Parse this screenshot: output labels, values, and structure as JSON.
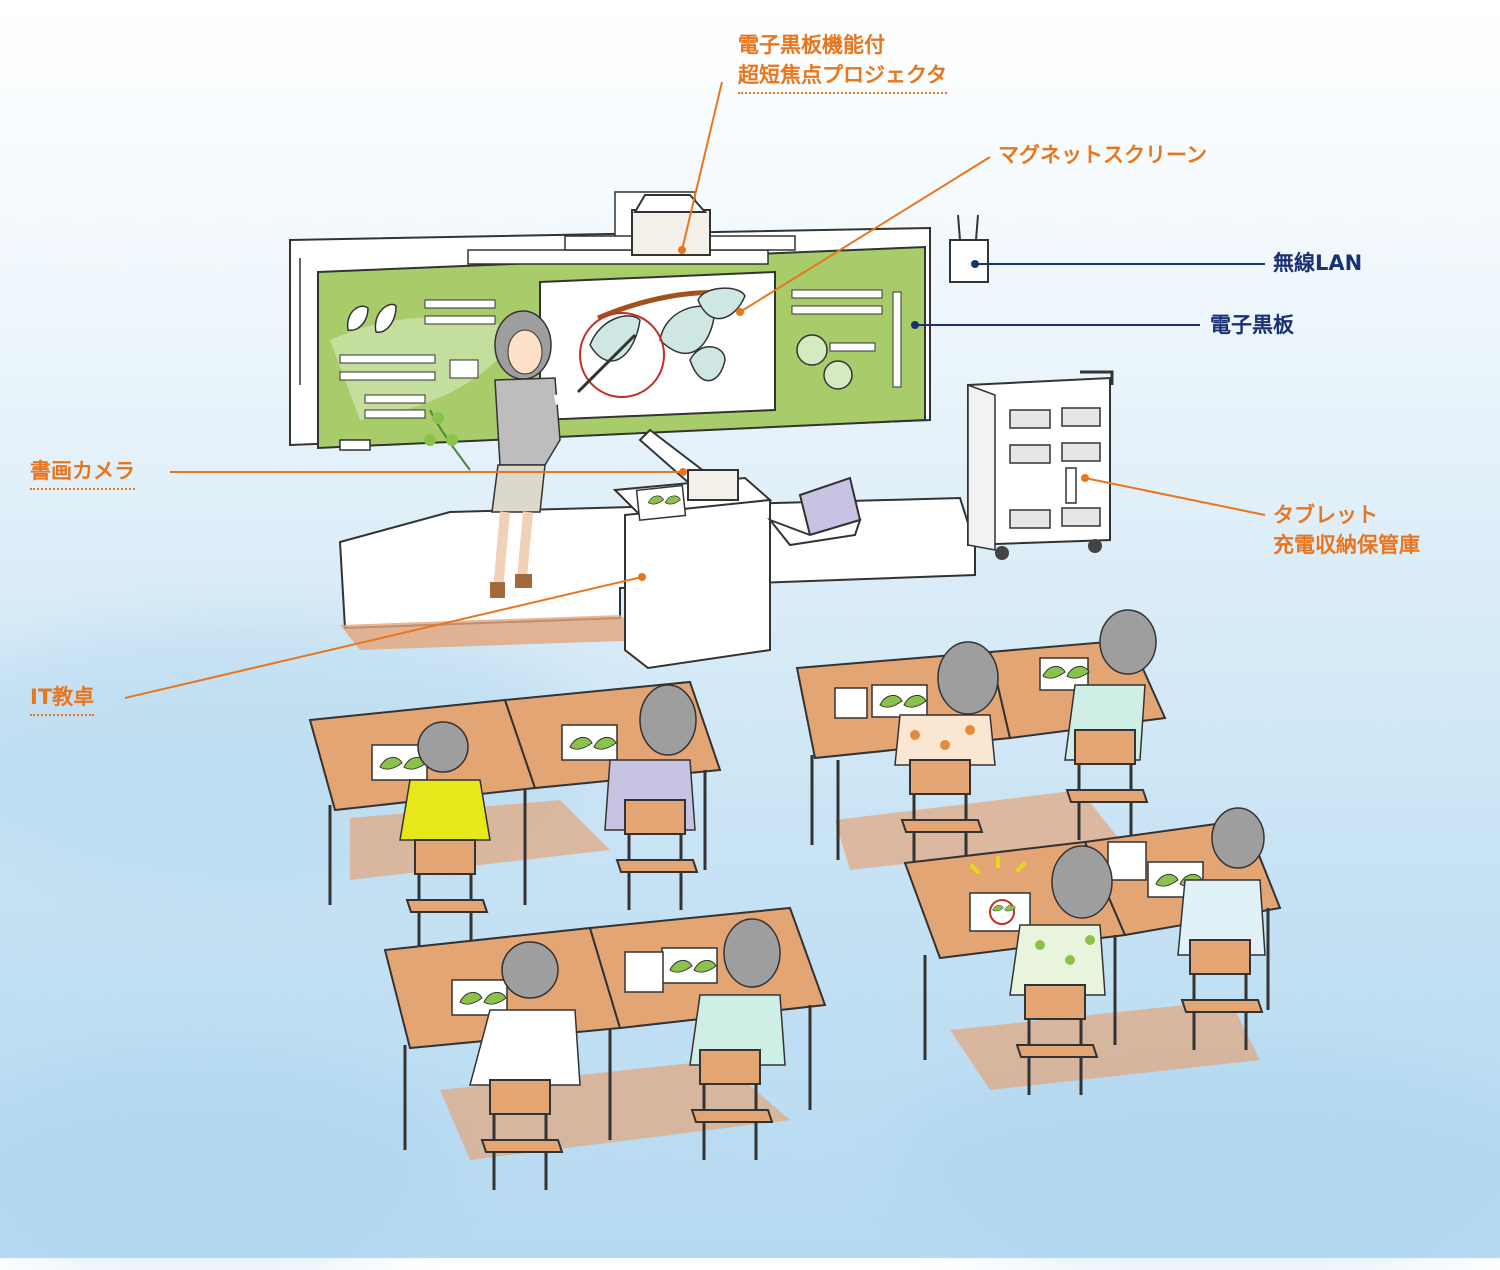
{
  "colors": {
    "orange_accent": "#e8761e",
    "navy_accent": "#1a3173",
    "board_green": "#a8cc6a",
    "desk_wood": "#e4a575",
    "floor_shadow": "#e2a57a"
  },
  "labels": {
    "projector": [
      "電子黒板機能付",
      "超短焦点プロジェクタ"
    ],
    "magnet_screen": "マグネットスクリーン",
    "wireless_lan": "無線LAN",
    "e_blackboard": "電子黒板",
    "document_camera": "書画カメラ",
    "tablet_cabinet": [
      "タブレット",
      "充電収納保管庫"
    ],
    "it_desk": "IT教卓"
  },
  "icons": {
    "leaf": "leaf-icon",
    "tablet": "tablet-icon",
    "router": "wifi-router-icon"
  }
}
